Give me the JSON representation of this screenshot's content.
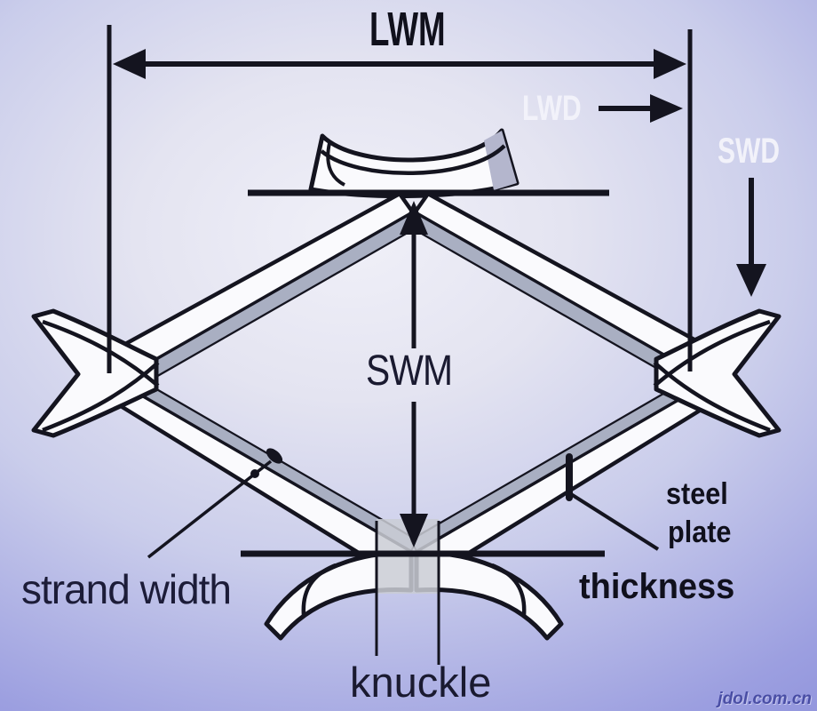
{
  "labels": {
    "lwm": "LWM",
    "lwd": "LWD",
    "swd": "SWD",
    "swm": "SWM",
    "strand_width": "strand width",
    "steel": "steel",
    "plate": "plate",
    "thickness": "thickness",
    "knuckle": "knuckle"
  },
  "watermark": "jdol.com.cn",
  "colors": {
    "background_edge": "#7b7fd5",
    "background_center": "#f0f0f8",
    "strand_fill": "#fafafd",
    "outline": "#14141f",
    "thickness_face": "#a9afc2",
    "top_knuckle_shade": "#b4b6cd",
    "bottom_knuckle_shade": "#caccd5",
    "label_dark": "#14142a",
    "label_light": "#f2f2fa"
  }
}
